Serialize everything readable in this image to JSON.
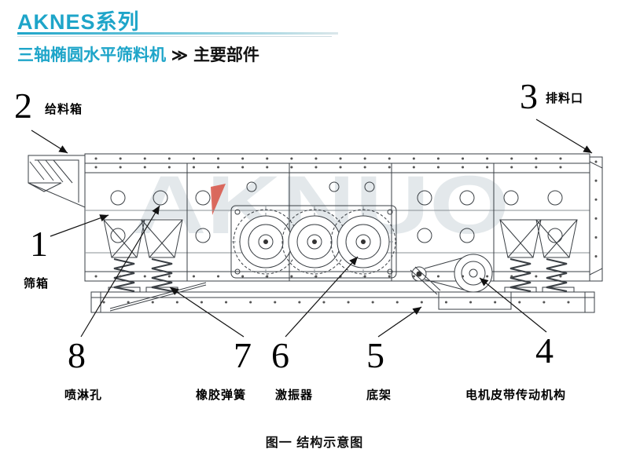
{
  "colors": {
    "accent": "#1EA5C9",
    "watermark": "#D2DADE",
    "watermark_accent": "#D6473A",
    "line": "#3A3F44"
  },
  "header": {
    "series_title": "AKNES系列",
    "machine_name": "三轴椭圆水平筛料机",
    "separator": "≫",
    "section_title": "主要部件"
  },
  "diagram": {
    "watermark": "AKNUO",
    "callouts": [
      {
        "number": "1",
        "label": "筛箱"
      },
      {
        "number": "2",
        "label": "给料箱"
      },
      {
        "number": "3",
        "label": "排料口"
      },
      {
        "number": "4",
        "label": "电机皮带传动机构"
      },
      {
        "number": "5",
        "label": "底架"
      },
      {
        "number": "6",
        "label": "激振器"
      },
      {
        "number": "7",
        "label": "橡胶弹簧"
      },
      {
        "number": "8",
        "label": "喷淋孔"
      }
    ]
  },
  "caption": "图一 结构示意图"
}
